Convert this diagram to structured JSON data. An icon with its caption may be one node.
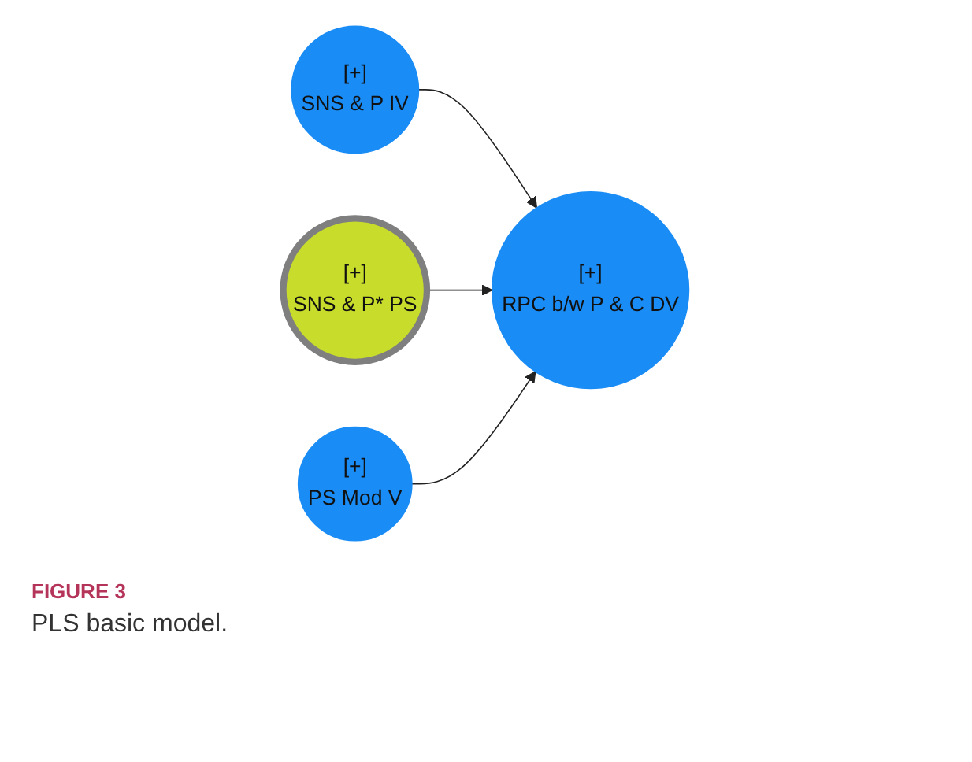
{
  "diagram": {
    "caption": "PLS basic model.",
    "nodes": [
      {
        "text": [
          "[+]",
          "SNS & P IV"
        ]
      },
      {
        "text": [
          "[+]",
          "RPC b/w P & C DV"
        ]
      },
      {
        "text": [
          "[+]",
          "SNS & P* PS"
        ]
      },
      {
        "text": [
          "[+]",
          "PS Mod V"
        ]
      }
    ],
    "edges": [
      {
        "from": 0,
        "to": 1,
        "arrow": "to"
      },
      {
        "from": 2,
        "to": 1,
        "arrow": "to"
      },
      {
        "from": 3,
        "to": 1,
        "arrow": "to"
      }
    ],
    "labels": [
      "FIGURE 3"
    ]
  }
}
